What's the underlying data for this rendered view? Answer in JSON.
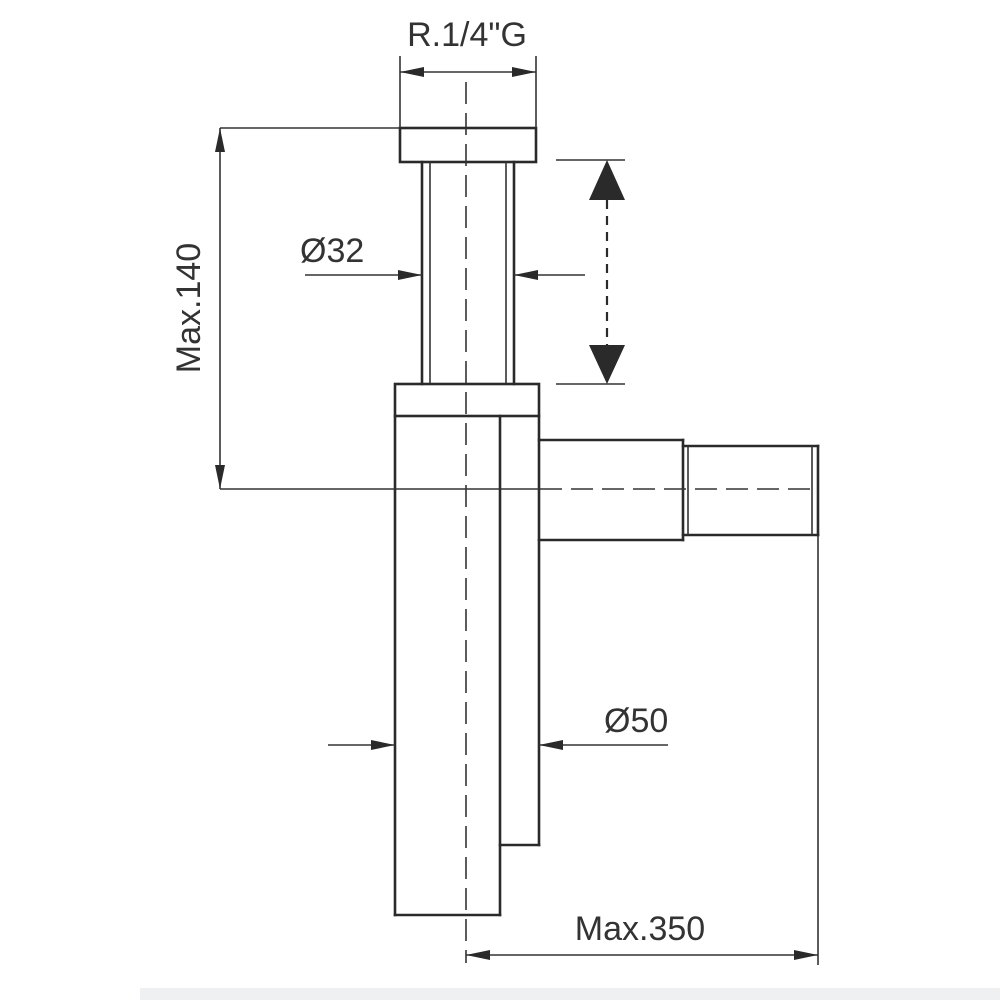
{
  "labels": {
    "thread": "R.1/4\"G",
    "height": "Max.140",
    "pipe_diameter": "Ø32",
    "body_diameter": "Ø50",
    "width": "Max.350"
  },
  "colors": {
    "line": "#2a2a2a",
    "background": "#ffffff"
  }
}
